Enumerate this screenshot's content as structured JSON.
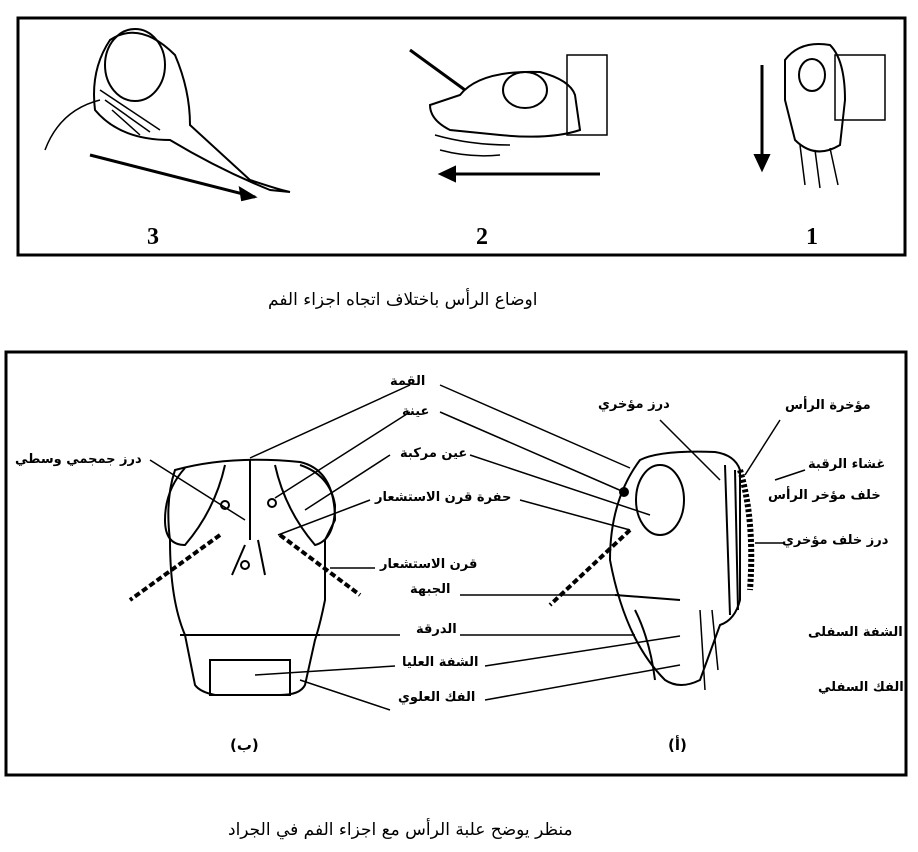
{
  "top_panel": {
    "positions": [
      {
        "number": "1"
      },
      {
        "number": "2"
      },
      {
        "number": "3"
      }
    ],
    "caption": "اوضاع الرأس باختلاف اتجاه اجزاء الفم"
  },
  "bottom_panel": {
    "front_view_tag": "(ب)",
    "side_view_tag": "(أ)",
    "labels": {
      "vertex": "القمة",
      "ocellus": "عينة",
      "compound_eye": "عين مركبة",
      "antennal_socket": "حفرة قرن الاستشعار",
      "epicranial_suture": "درز جمجمي وسطي",
      "antenna": "قرن الاستشعار",
      "frons": "الجبهة",
      "clypeus": "الدرقة",
      "labrum": "الشفة العليا",
      "mandible": "الفك العلوي",
      "occipital_suture": "درز مؤخري",
      "occiput": "مؤخرة الرأس",
      "neck_membrane": "غشاء الرقبة",
      "postocciput": "خلف مؤخر الرأس",
      "postoccipital_suture": "درز خلف مؤخري",
      "labium": "الشفة السفلى",
      "maxilla": "الفك السفلي"
    },
    "caption": "منظر يوضح علبة الرأس مع اجزاء الفم في الجراد"
  }
}
